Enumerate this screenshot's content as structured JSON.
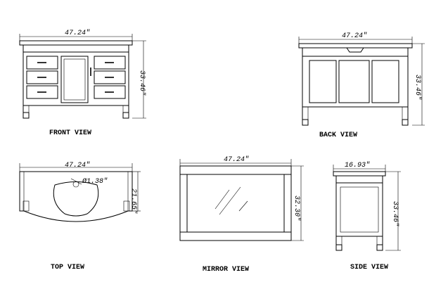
{
  "views": {
    "front": {
      "caption": "FRONT VIEW",
      "width_dim": "47.24\"",
      "height_dim": "33.46\""
    },
    "back": {
      "caption": "BACK VIEW",
      "width_dim": "47.24\"",
      "height_dim": "33.46\""
    },
    "top": {
      "caption": "TOP VIEW",
      "width_dim": "47.24\"",
      "depth_dim": "21.65\"",
      "drain_dim": "Ø1.38\""
    },
    "mirror": {
      "caption": "MIRROR VIEW",
      "width_dim": "47.24\"",
      "height_dim": "32.30\""
    },
    "side": {
      "caption": "SIDE VIEW",
      "width_dim": "16.93\"",
      "height_dim": "33.46\""
    }
  },
  "colors": {
    "line": "#000000",
    "background": "#ffffff"
  }
}
